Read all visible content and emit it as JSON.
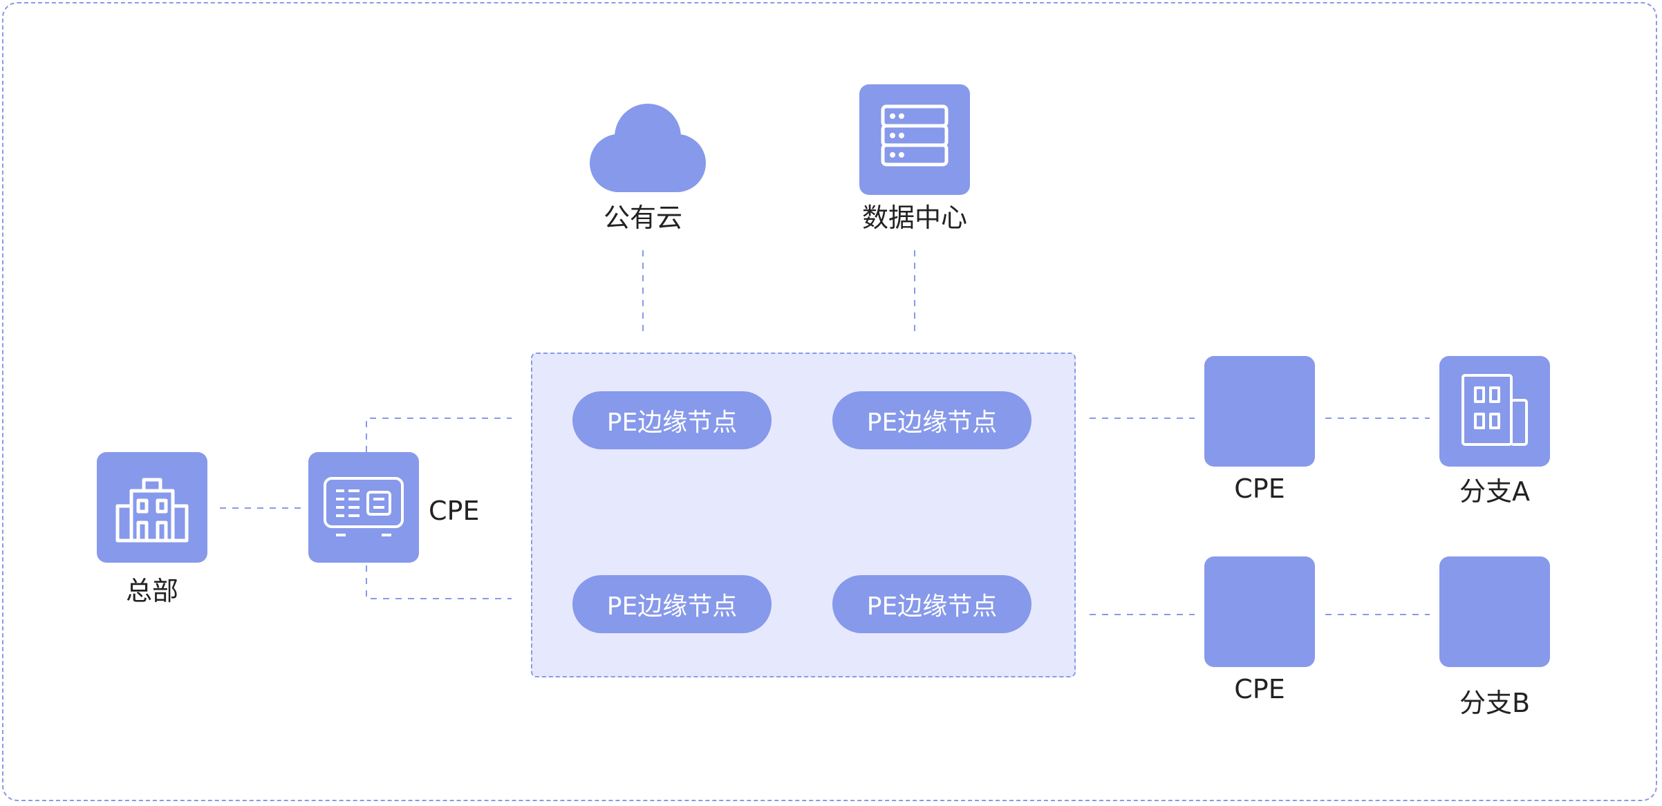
{
  "nodes": {
    "public_cloud": "公有云",
    "data_center": "数据中心",
    "headquarters": "总部",
    "cpe_hq": "CPE",
    "cpe_a": "CPE",
    "cpe_b": "CPE",
    "branch_a": "分支A",
    "branch_b": "分支B"
  },
  "pe_nodes": [
    "PE边缘节点",
    "PE边缘节点",
    "PE边缘节点",
    "PE边缘节点"
  ],
  "colors": {
    "accent": "#8799ea",
    "core_background": "#e6e9fd",
    "dashed_line": "#8a99e6",
    "inner_dash": "#555555"
  }
}
